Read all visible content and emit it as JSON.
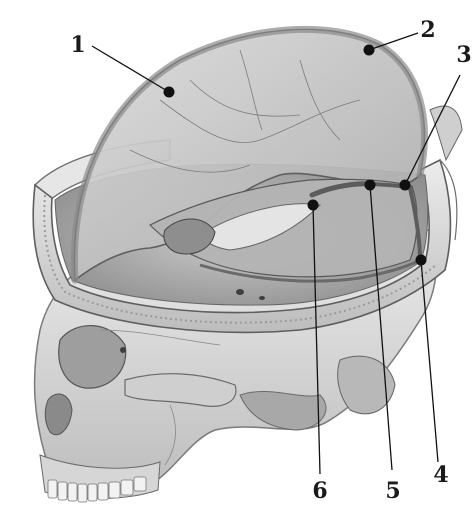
{
  "labels": [
    {
      "id": "1",
      "text": "1"
    },
    {
      "id": "2",
      "text": "2"
    },
    {
      "id": "3",
      "text": "3"
    },
    {
      "id": "4",
      "text": "4"
    },
    {
      "id": "5",
      "text": "5"
    },
    {
      "id": "6",
      "text": "6"
    }
  ],
  "colors": {
    "bone": "#d8d8d8",
    "bone_shadow": "#9a9a9a",
    "dura": "#c4c4c4",
    "sinus": "#6e6e6e",
    "ink": "#1a1a1a"
  }
}
